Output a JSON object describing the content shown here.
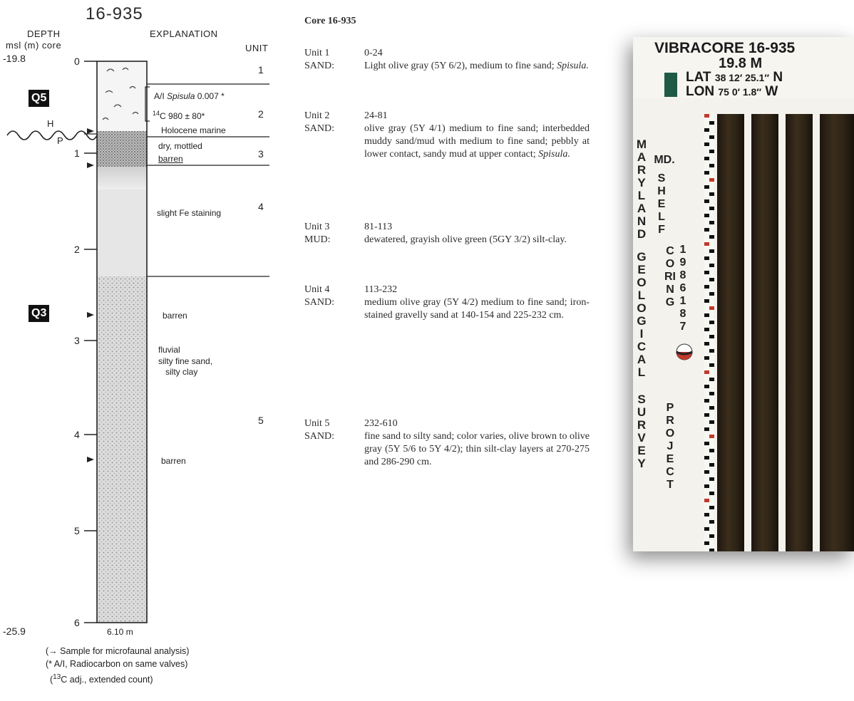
{
  "core_log": {
    "title": "16-935",
    "header_depth": "DEPTH",
    "header_msl_core": "msl (m)  core",
    "header_explanation": "EXPLANATION",
    "header_unit": "UNIT",
    "msl_top": "-19.8",
    "msl_bottom": "-25.9",
    "depth_ticks": [
      "0",
      "1",
      "2",
      "3",
      "4",
      "5",
      "6"
    ],
    "total_depth": "6.10 m",
    "boundary_label": "H",
    "boundary_label_p": "P",
    "quaternary_labels": [
      "Q5",
      "Q3"
    ],
    "unit_numbers": [
      "1",
      "2",
      "3",
      "4",
      "5"
    ],
    "annotations": {
      "ai_spisula_prefix": "A/I",
      "ai_spisula_name": "Spisula",
      "ai_spisula_value": "0.007 *",
      "c14_sup": "14",
      "c14_text": "C  980 ± 80*",
      "holocene": "Holocene marine",
      "dry_mottled": "dry,  mottled",
      "barren_top": "barren",
      "fe_staining": "slight Fe staining",
      "barren_mid": "barren",
      "fluvial": "fluvial",
      "silty_sand": "silty fine sand,",
      "silty_clay": "silty clay",
      "barren_low": "barren"
    },
    "notes": [
      "(→ Sample for microfaunal analysis)",
      "(* A/I, Radiocarbon on same valves)",
      "adj., extended count)"
    ],
    "note3_prefix": "(",
    "note3_sup": "13",
    "note3_c": "C "
  },
  "core_text": {
    "title": "Core 16-935",
    "units": [
      {
        "unit": "Unit 1",
        "type": "SAND:",
        "range": "0-24",
        "desc_a": "Light olive gray (5Y 6/2), medium to fine sand; ",
        "desc_i": "Spisula."
      },
      {
        "unit": "Unit 2",
        "type": "SAND:",
        "range": "24-81",
        "desc_a": "olive gray (5Y 4/1) medium to fine sand; interbedded muddy sand/mud with medium to fine sand; pebbly at lower contact, sandy mud at upper contact; ",
        "desc_i": "Spisula."
      },
      {
        "unit": "Unit 3",
        "type": "MUD:",
        "range": "81-113",
        "desc_a": "dewatered, grayish olive green (5GY 3/2) silt-clay.",
        "desc_i": ""
      },
      {
        "unit": "Unit 4",
        "type": "SAND:",
        "range": "113-232",
        "desc_a": "medium olive gray (5Y 4/2) medium to fine sand; iron-stained gravelly sand at 140-154 and 225-232 cm.",
        "desc_i": ""
      },
      {
        "unit": "Unit 5",
        "type": "SAND:",
        "range": "232-610",
        "desc_a": "fine sand to silty sand; color varies, olive brown to olive gray (5Y 5/6 to 5Y 4/2); thin silt-clay layers at 270-275 and 286-290 cm.",
        "desc_i": ""
      }
    ]
  },
  "photo": {
    "line1": "VIBRACORE 16-935",
    "line2": "19.8 M",
    "lat_label": "LAT",
    "lat_value": "38  12′  25.1″",
    "lat_dir": "N",
    "lon_label": "LON",
    "lon_value": "75  0′  1.8″",
    "lon_dir": "W",
    "vertical_1": "MARYLAND",
    "vertical_2": "GEOLOGICAL",
    "vertical_3": "SURVEY",
    "vertical_4": "MD.",
    "vertical_5": "SHELF",
    "vertical_6": "CORING",
    "vertical_7": "PROJECT",
    "vertical_8": "1986187",
    "tag_color": "#1f5a44",
    "ruler_red": "#c0392b"
  }
}
